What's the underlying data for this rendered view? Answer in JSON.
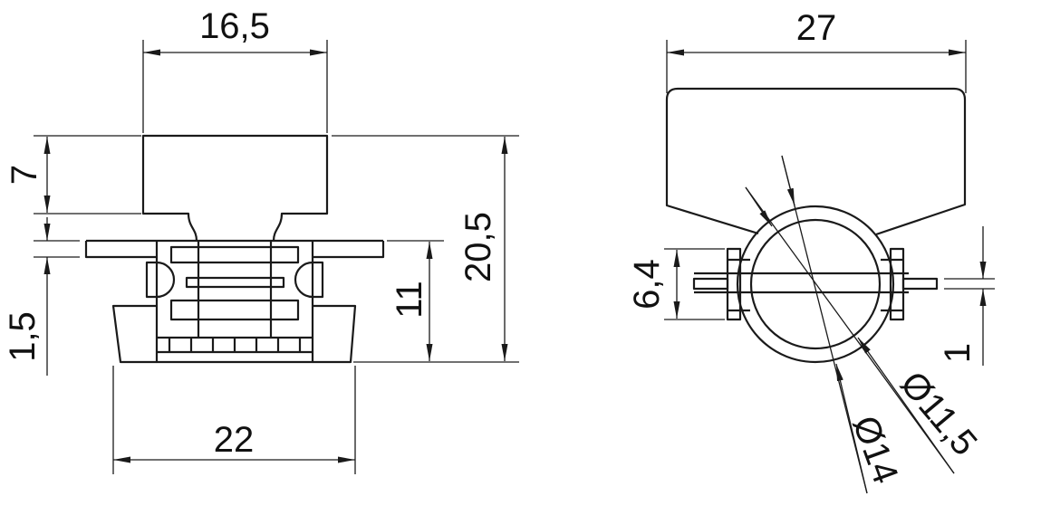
{
  "drawing": {
    "kind": "technical-drawing",
    "background_color": "#ffffff",
    "line_color": "#1a1a1a",
    "views": [
      "side-profile-view",
      "front-face-view"
    ]
  },
  "dimensions": {
    "cap_width": {
      "label": "16,5",
      "value": 16.5
    },
    "cap_height": {
      "label": "7",
      "value": 7
    },
    "flange_thickness": {
      "label": "1,5",
      "value": 1.5
    },
    "overall_height": {
      "label": "20,5",
      "value": 20.5
    },
    "body_height": {
      "label": "11",
      "value": 11
    },
    "base_width": {
      "label": "22",
      "value": 22
    },
    "head_width": {
      "label": "27",
      "value": 27
    },
    "collar_height": {
      "label": "6,4",
      "value": 6.4
    },
    "terminal_thickness": {
      "label": "1",
      "value": 1
    },
    "inner_diameter": {
      "label": "Ø11,5",
      "value": 11.5
    },
    "outer_diameter": {
      "label": "Ø14",
      "value": 14
    }
  }
}
